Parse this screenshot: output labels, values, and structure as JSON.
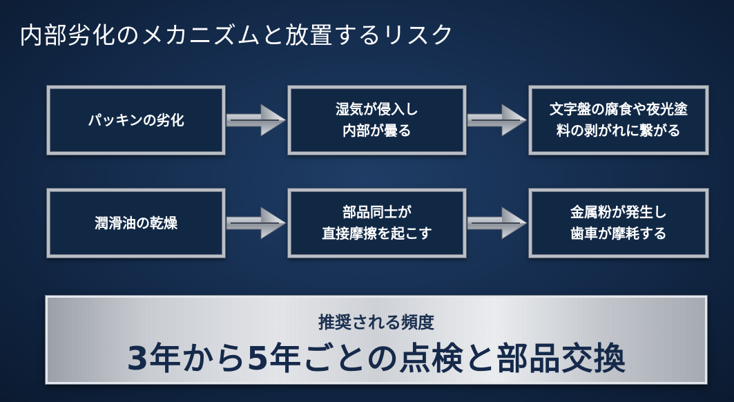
{
  "title": "内部劣化のメカニズムと放置するリスク",
  "rows": [
    {
      "steps": [
        "パッキンの劣化",
        "湿気が侵入し\n内部が曇る",
        "文字盤の腐食や夜光塗\n料の剥がれに繋がる"
      ]
    },
    {
      "steps": [
        "潤滑油の乾燥",
        "部品同士が\n直接摩擦を起こす",
        "金属粉が発生し\n歯車が摩耗する"
      ]
    }
  ],
  "recommendation": {
    "subtitle": "推奨される頻度",
    "main": "3年から5年ごとの点検と部品交換"
  },
  "colors": {
    "background": "#132a4a",
    "box_fill": "#112845",
    "metal": "#c9cdd3",
    "bottom_text": "#15294a"
  },
  "icons": {
    "arrow": "metallic-right-arrow-icon"
  }
}
